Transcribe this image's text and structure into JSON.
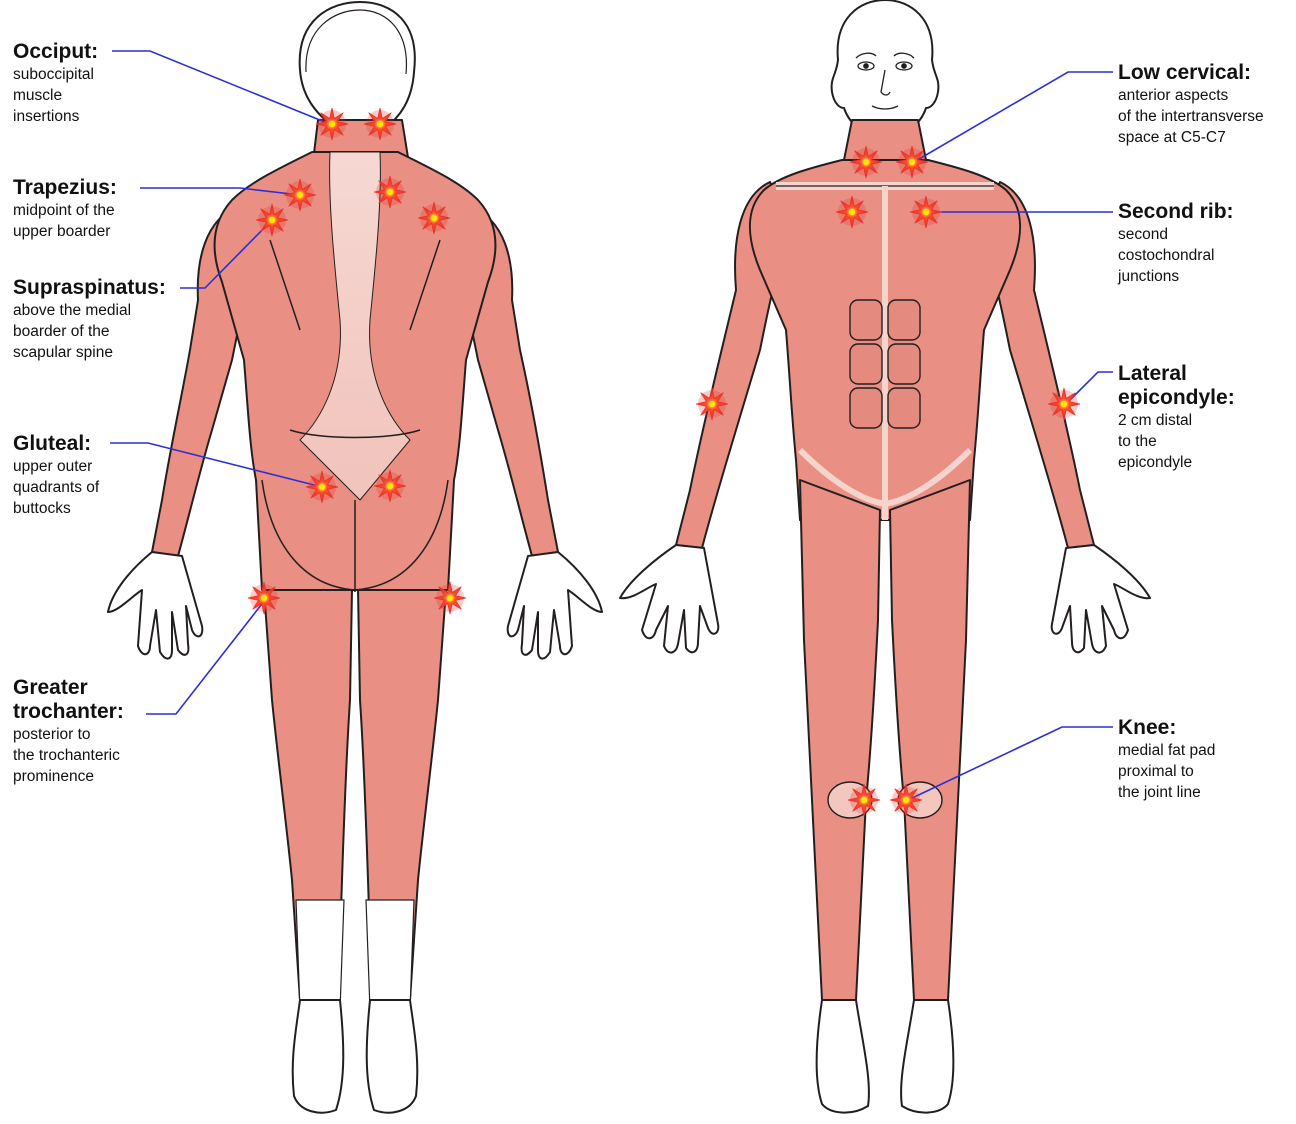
{
  "colors": {
    "muscle": "#e98f84",
    "muscle_dark": "#c96357",
    "muscle_light": "#f5c9c1",
    "outline": "#231f20",
    "leader_line": "#2b2fd6",
    "tender_point": "#e8342c",
    "tender_core": "#ffe600"
  },
  "labels": {
    "occiput": {
      "title": "Occiput:",
      "desc": "suboccipital\nmuscle\ninsertions"
    },
    "trapezius": {
      "title": "Trapezius:",
      "desc": "midpoint of the\nupper boarder"
    },
    "supraspinatus": {
      "title": "Supraspinatus:",
      "desc": "above the medial\nboarder of the\nscapular spine"
    },
    "gluteal": {
      "title": "Gluteal:",
      "desc": "upper outer\nquadrants of\nbuttocks"
    },
    "greater_trochanter": {
      "title": "Greater\ntrochanter:",
      "desc": "posterior to\nthe trochanteric\nprominence"
    },
    "low_cervical": {
      "title": "Low cervical:",
      "desc": "anterior aspects\nof the  intertransverse\nspace at C5-C7"
    },
    "second_rib": {
      "title": "Second rib:",
      "desc": "second\ncostochondral\njunctions"
    },
    "lateral_epicondyle": {
      "title": "Lateral\nepicondyle:",
      "desc": "2 cm distal\nto the\nepicondyle"
    },
    "knee": {
      "title": "Knee:",
      "desc": "medial fat pad\nproximal to\nthe joint line"
    }
  }
}
